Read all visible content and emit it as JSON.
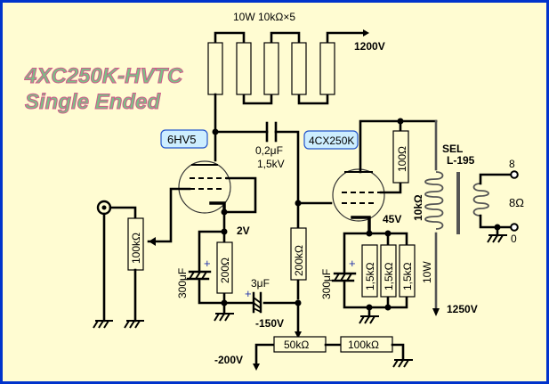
{
  "title": {
    "line1": "4XC250K-HVTC",
    "line2": "Single Ended"
  },
  "colors": {
    "background": "#fffcd2",
    "border": "#0033cc",
    "tube_tag_fill": "#cdeeff",
    "title_fill": "#7cbf86",
    "title_outline": "#d05a8c",
    "polarity_mark": "#2233aa"
  },
  "tubes": {
    "driver": "6HV5",
    "output": "4CX250K"
  },
  "labels": {
    "plate_resistor_bank": "10W  10kΩ×5",
    "supply_1200": "1200V",
    "coupling_cap_value": "0,2μF",
    "coupling_cap_rating": "1,5kV",
    "input_pot": "100kΩ",
    "driver_cathode_voltage": "2V",
    "driver_cathode_resistor": "200Ω",
    "driver_cathode_cap": "300μF",
    "grid_bias_cap": "3μF",
    "grid_resistor": "200kΩ",
    "bias_voltage": "-150V",
    "bias_divider_r1": "50kΩ",
    "bias_divider_r2": "100kΩ",
    "bias_supply": "-200V",
    "screen_resistor": "100Ω",
    "output_cathode_voltage": "45V",
    "output_cathode_cap": "300μF",
    "cathode_r1": "1,5kΩ",
    "cathode_r2": "1,5kΩ",
    "cathode_r3": "1,5kΩ",
    "cathode_r_power": "10W",
    "transformer_make": "SEL",
    "transformer_model": "L-195",
    "primary_impedance": "10kΩ",
    "supply_1250": "1250V",
    "secondary_impedance": "8Ω",
    "out_terminal_hot": "8",
    "out_terminal_gnd": "0",
    "plus_mark": "+"
  }
}
